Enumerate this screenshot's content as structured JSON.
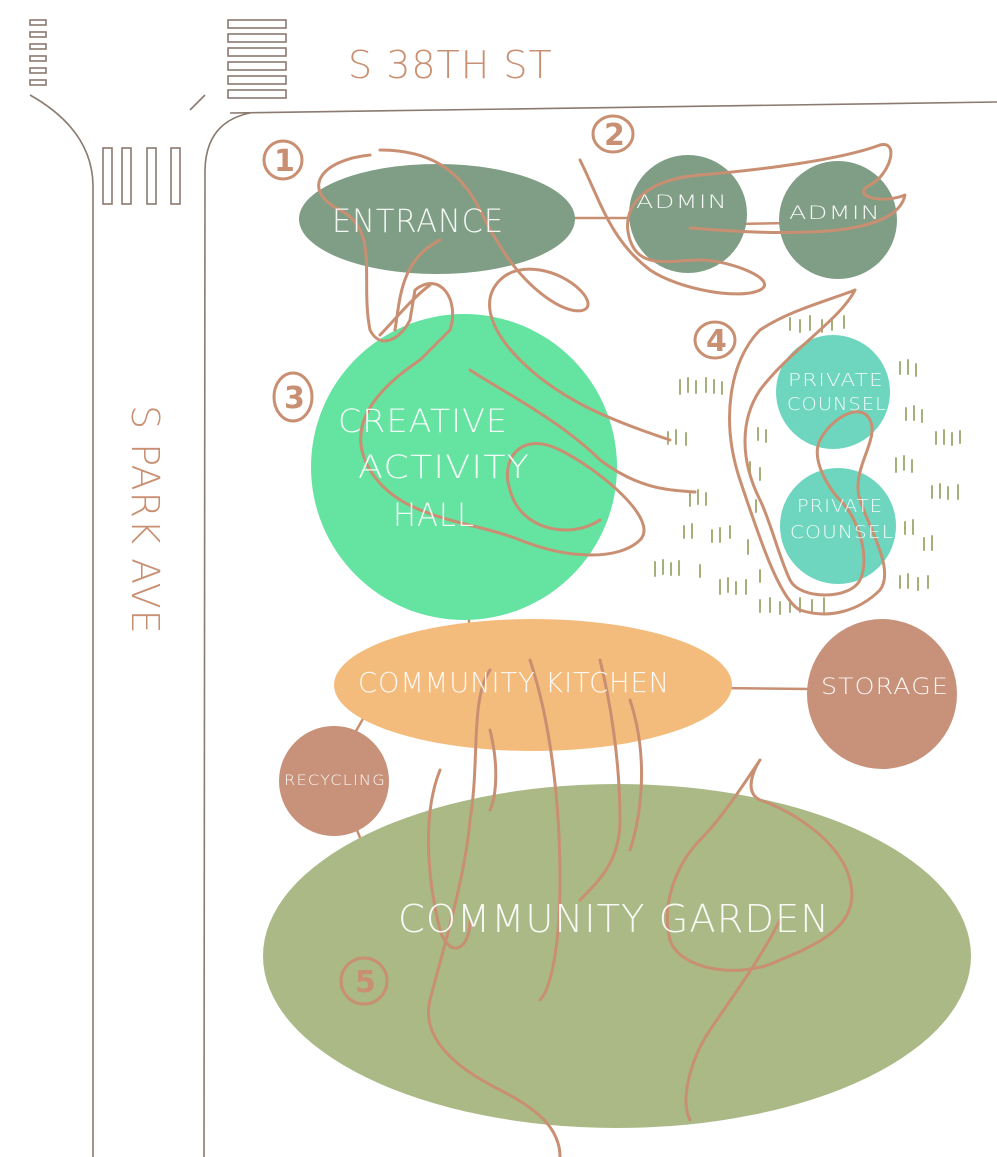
{
  "streets": {
    "north": "S 38TH ST",
    "west": "S PARK AVE"
  },
  "zones": {
    "entrance": {
      "label": "ENTRANCE",
      "color": "#7f9e85"
    },
    "admin_1": {
      "label": "ADMIN",
      "color": "#7f9e85"
    },
    "admin_2": {
      "label": "ADMIN",
      "color": "#7f9e85"
    },
    "creative_hall": {
      "label_lines": [
        "CREATIVE",
        "ACTIVITY",
        "HALL"
      ],
      "color": "#64e3a1"
    },
    "counsel_1": {
      "label_lines": [
        "PRIVATE",
        "COUNSEL"
      ],
      "color": "#6ed6be"
    },
    "counsel_2": {
      "label_lines": [
        "PRIVATE",
        "COUNSEL"
      ],
      "color": "#6ed6be"
    },
    "kitchen": {
      "label": "COMMUNITY KITCHEN",
      "color": "#f4bc7c"
    },
    "storage": {
      "label": "STORAGE",
      "color": "#c8917a"
    },
    "recycling": {
      "label": "RECYCLING",
      "color": "#c8917a"
    },
    "garden": {
      "label": "COMMUNITY GARDEN",
      "color": "#aab985"
    }
  },
  "markers": [
    "1",
    "2",
    "3",
    "4",
    "5"
  ],
  "accent": "#c98f72"
}
